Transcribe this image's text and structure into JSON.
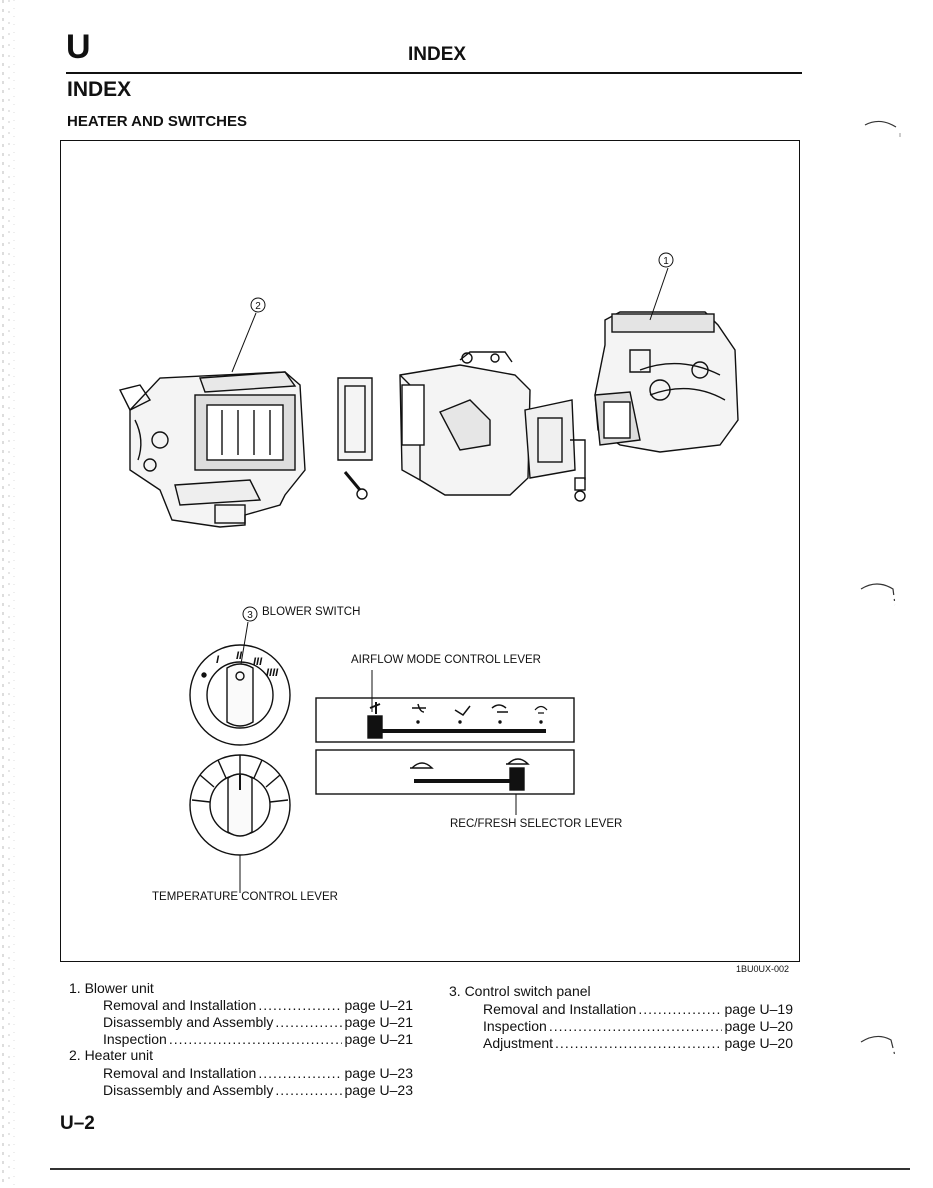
{
  "header": {
    "section_letter": "U",
    "title": "INDEX"
  },
  "page_heading": "INDEX",
  "section_heading": "HEATER AND SWITCHES",
  "figure": {
    "callouts": {
      "c1": "1",
      "c2": "2",
      "c3": "3"
    },
    "labels": {
      "blower_switch": "BLOWER SWITCH",
      "airflow": "AIRFLOW MODE CONTROL LEVER",
      "rec_fresh": "REC/FRESH SELECTOR LEVER",
      "temperature": "TEMPERATURE CONTROL LEVER"
    },
    "blower_marks": [
      "I",
      "II",
      "III",
      "IIII"
    ],
    "code": "1BU0UX-002"
  },
  "index_list": {
    "left": [
      {
        "label": "1. Blower unit"
      },
      {
        "label": "Removal and Installation",
        "page": "page U–21"
      },
      {
        "label": "Disassembly and Assembly",
        "page": "page U–21"
      },
      {
        "label": "Inspection",
        "page": "page U–21"
      },
      {
        "label": "2. Heater unit"
      },
      {
        "label": "Removal and Installation",
        "page": "page U–23"
      },
      {
        "label": "Disassembly and Assembly",
        "page": "page U–23"
      }
    ],
    "right": [
      {
        "label": "3. Control switch panel"
      },
      {
        "label": "Removal and Installation",
        "page": "page U–19"
      },
      {
        "label": "Inspection",
        "page": "page U–20"
      },
      {
        "label": "Adjustment",
        "page": "page U–20"
      }
    ]
  },
  "footer": {
    "page_number": "U–2"
  }
}
